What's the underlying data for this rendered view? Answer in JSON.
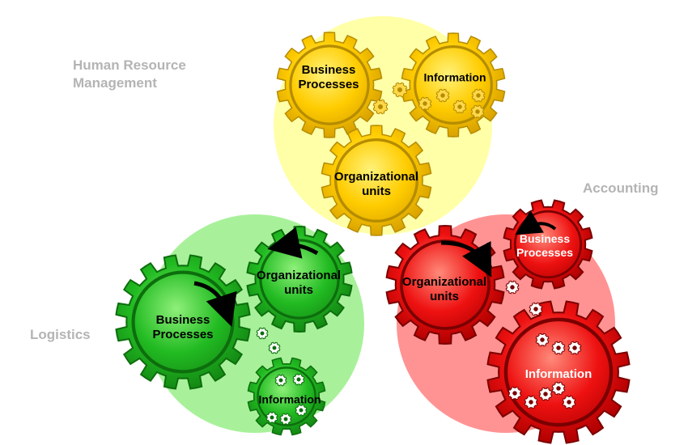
{
  "colors": {
    "hr_background": "#ffff99",
    "hr_gear_fill": "#ffcc00",
    "hr_gear_edge": "#c8a000",
    "logistics_background": "#99ee88",
    "logistics_gear_fill": "#22bb22",
    "logistics_gear_edge": "#117711",
    "accounting_background": "#ff8080",
    "accounting_gear_fill": "#ee1111",
    "accounting_gear_edge": "#990000",
    "label_gray": "#b4b4b4",
    "arrow": "#000000"
  },
  "domains": {
    "hr": {
      "label_line1": "Human Resource",
      "label_line2": "Management",
      "gears": {
        "business_processes": {
          "line1": "Business",
          "line2": "Processes"
        },
        "information": {
          "line1": "Information"
        },
        "organizational_units": {
          "line1": "Organizational",
          "line2": "units"
        }
      }
    },
    "logistics": {
      "label": "Logistics",
      "gears": {
        "business_processes": {
          "line1": "Business",
          "line2": "Processes"
        },
        "organizational_units": {
          "line1": "Organizational",
          "line2": "units"
        },
        "information": {
          "line1": "Information"
        }
      }
    },
    "accounting": {
      "label": "Accounting",
      "gears": {
        "business_processes": {
          "line1": "Business",
          "line2": "Processes"
        },
        "organizational_units": {
          "line1": "Organizational",
          "line2": "units"
        },
        "information": {
          "line1": "Information"
        }
      }
    }
  }
}
